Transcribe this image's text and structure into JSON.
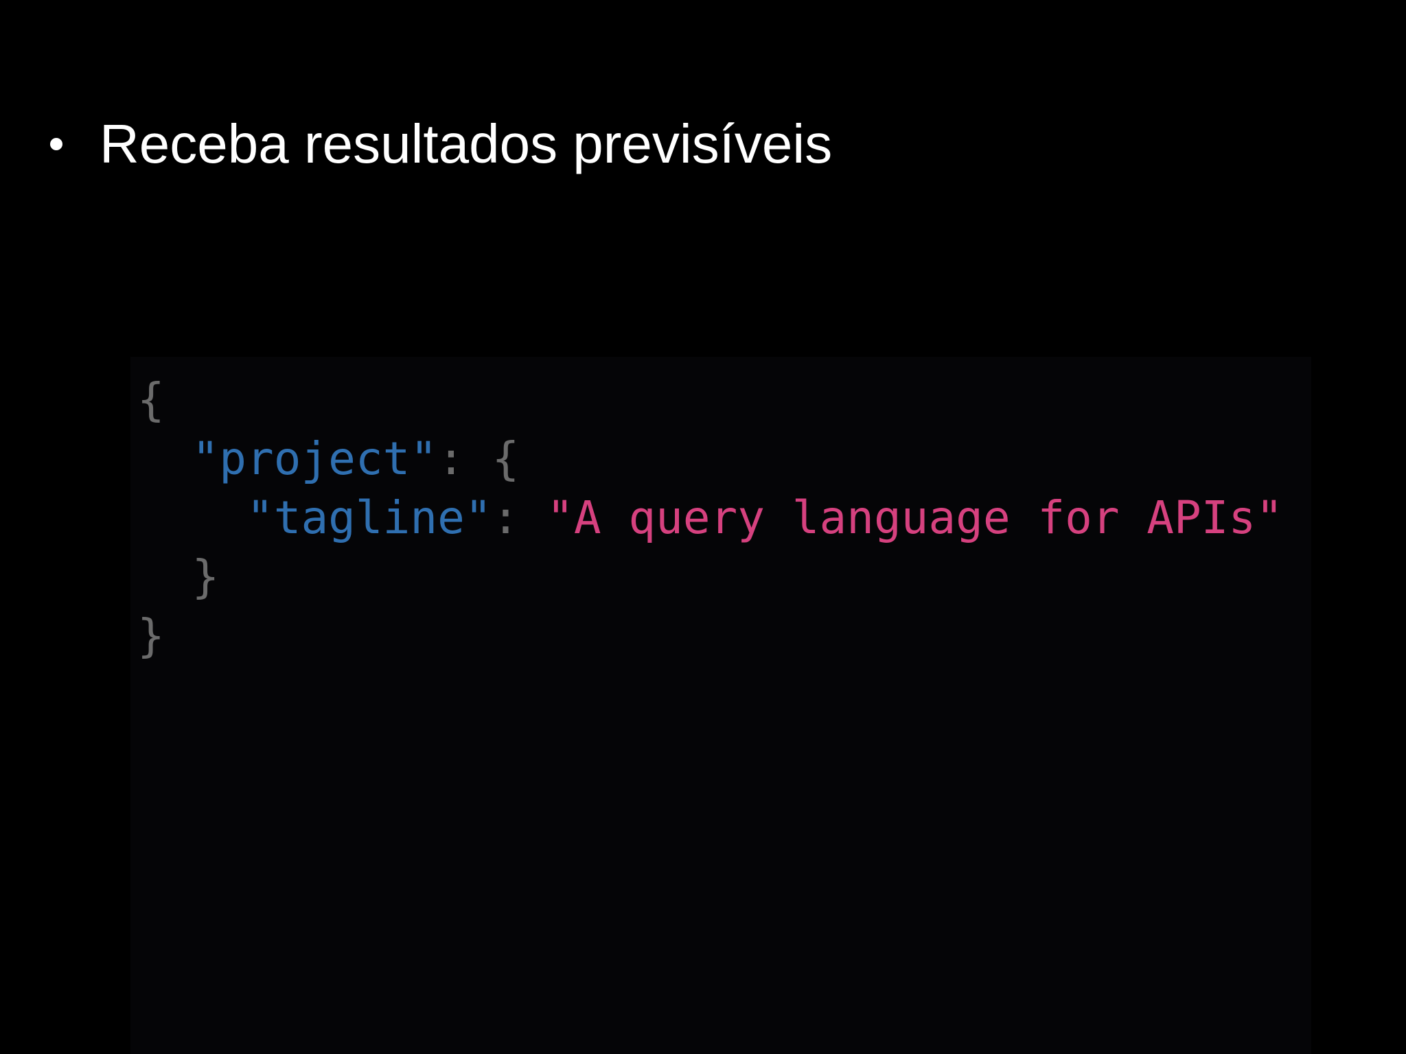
{
  "slide": {
    "bullet_text": "Receba resultados previsíveis"
  },
  "code": {
    "open_brace": "{",
    "project_key": "project",
    "project_colon": ":",
    "project_open": "{",
    "tagline_key": "tagline",
    "tagline_colon": ":",
    "tagline_value": "A query language for APIs",
    "inner_close": "}",
    "outer_close": "}",
    "quote": "\""
  },
  "colors": {
    "background": "#000000",
    "text": "#ffffff",
    "punctuation": "#6b6b6b",
    "key": "#2f6fb0",
    "string": "#d6417f"
  }
}
